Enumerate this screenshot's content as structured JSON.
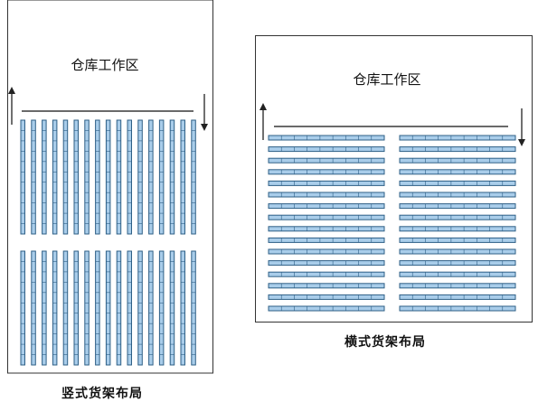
{
  "vertical_layout": {
    "zone_label": "仓库工作区",
    "caption": "竖式货架布局"
  },
  "horizontal_layout": {
    "zone_label": "仓库工作区",
    "caption": "横式货架布局"
  },
  "icons": {
    "up_arrow": "up-arrow-icon",
    "down_arrow": "down-arrow-icon"
  },
  "colors": {
    "shelf_fill": "#a9cdea",
    "shelf_stroke": "#2e5f86",
    "frame": "#333333"
  }
}
